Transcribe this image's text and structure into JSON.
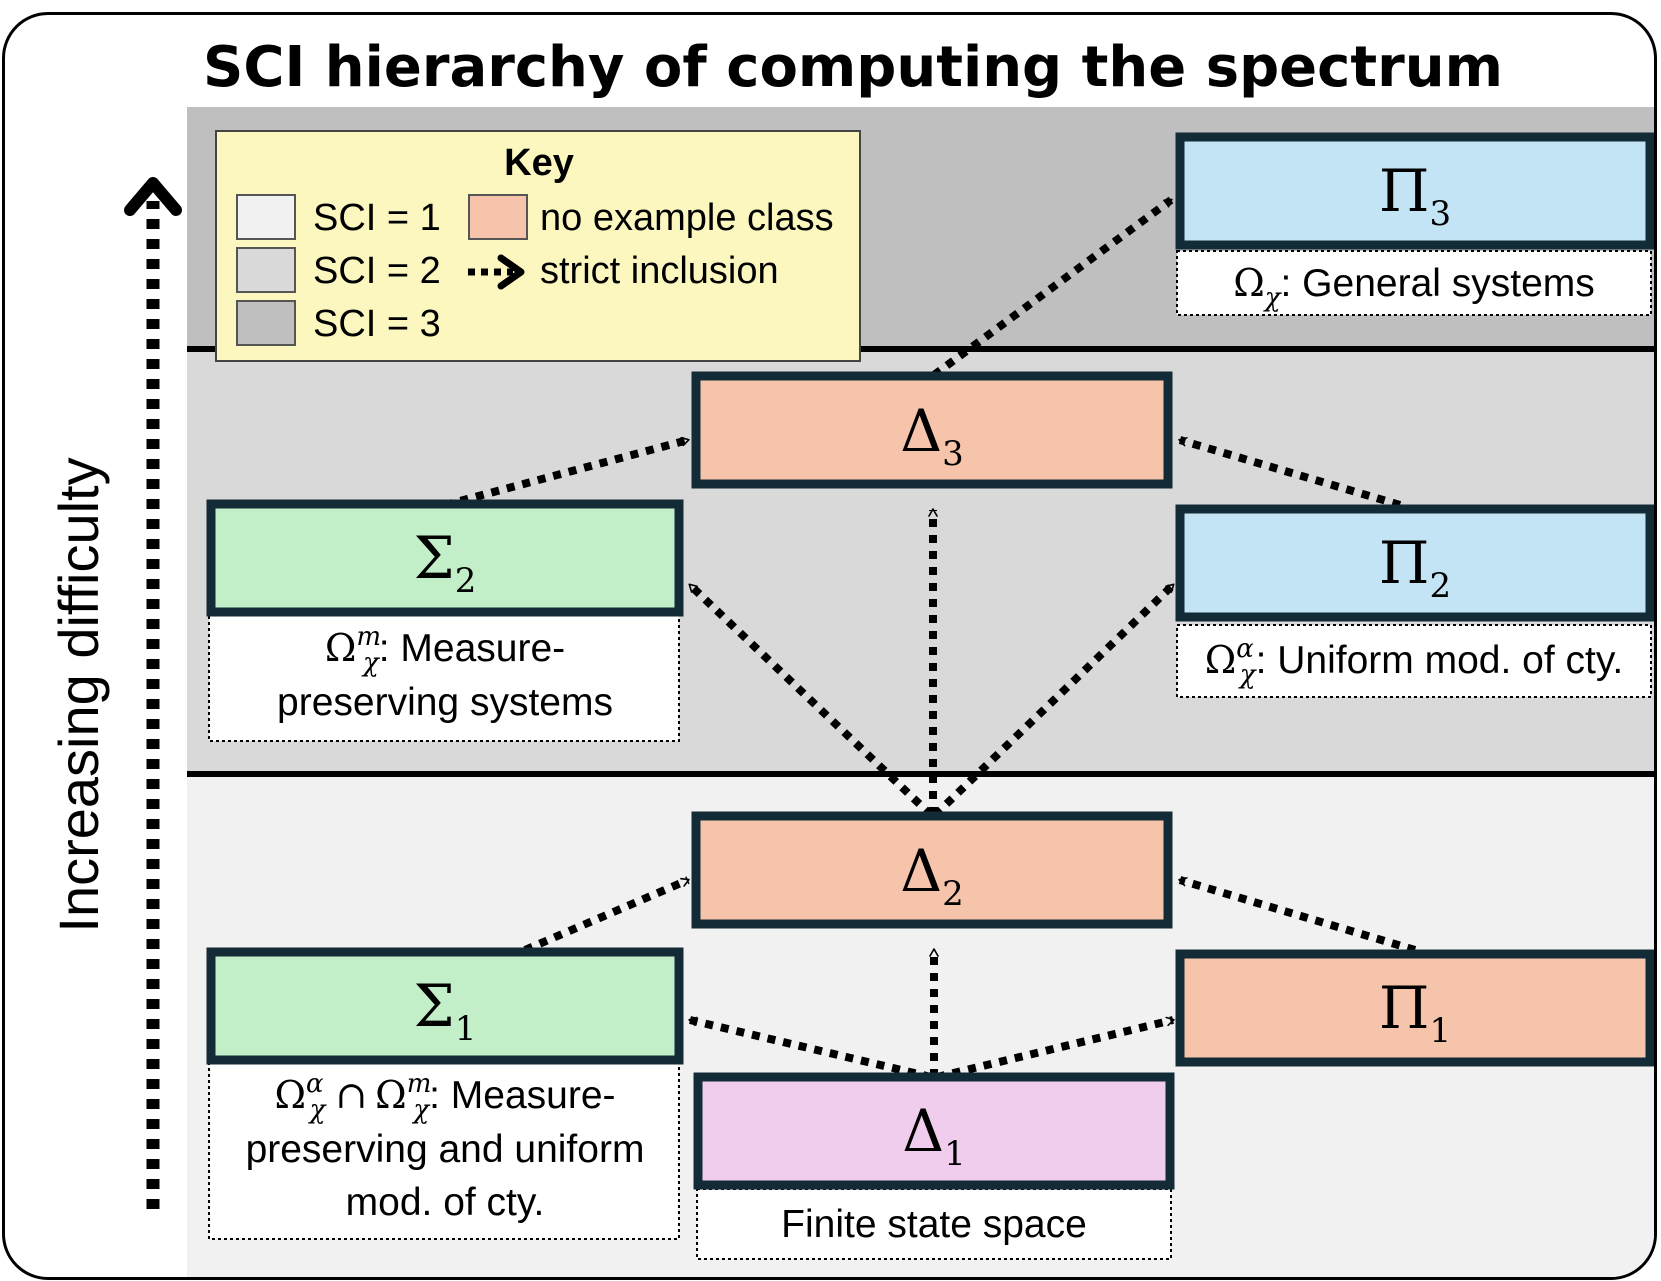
{
  "title": "SCI hierarchy of computing the spectrum",
  "side_label": "Increasing difficulty",
  "colors": {
    "sci1": "#f1f1f1",
    "sci2": "#d9d9d9",
    "sci3": "#bfbfbf",
    "green": "#c3efc8",
    "blue": "#c2e4f5",
    "salmon": "#f5c4ab",
    "pink": "#f0cdec",
    "key_bg": "#fbf7bf",
    "border": "#132a37"
  },
  "key": {
    "title": "Key",
    "sci1": "SCI = 1",
    "sci2": "SCI = 2",
    "sci3": "SCI = 3",
    "no_example": "no example class",
    "strict": "strict inclusion"
  },
  "nodes": {
    "pi3": {
      "sym": "Π",
      "sub": "3"
    },
    "delta3": {
      "sym": "Δ",
      "sub": "3"
    },
    "sigma2": {
      "sym": "Σ",
      "sub": "2"
    },
    "pi2": {
      "sym": "Π",
      "sub": "2"
    },
    "delta2": {
      "sym": "Δ",
      "sub": "2"
    },
    "sigma1": {
      "sym": "Σ",
      "sub": "1"
    },
    "pi1": {
      "sym": "Π",
      "sub": "1"
    },
    "delta1": {
      "sym": "Δ",
      "sub": "1"
    }
  },
  "descs": {
    "pi3": {
      "omega": "Ω",
      "sub": "χ",
      "sup": "",
      "text": ": General systems"
    },
    "pi2": {
      "omega": "Ω",
      "sub": "χ",
      "sup": "α",
      "text": ": Uniform mod. of cty."
    },
    "sigma2": {
      "omega": "Ω",
      "sub": "χ",
      "sup": "m",
      "text": ": Measure-",
      "line2": "preserving systems"
    },
    "sigma1": {
      "omega": "Ω",
      "sub": "χ",
      "sup": "α",
      "cap": "∩",
      "omega2": "Ω",
      "sub2": "χ",
      "sup2": "m",
      "text": ": Measure-",
      "line2": "preserving and uniform",
      "line3": "mod. of cty."
    },
    "delta1": {
      "text": "Finite state space"
    }
  }
}
